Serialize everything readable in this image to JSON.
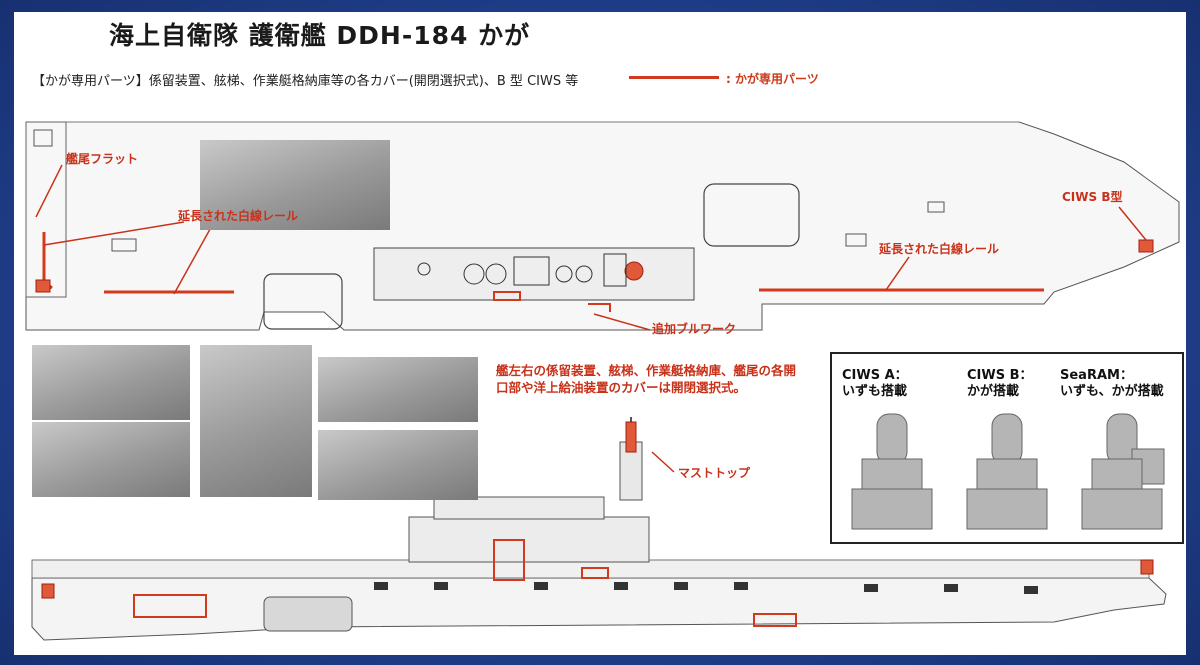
{
  "title": "海上自衛隊 護衛艦 DDH-184 かが",
  "subtitle": "【かが専用パーツ】係留装置、舷梯、作業艇格納庫等の各カバー(開閉選択式)、B 型 CIWS 等",
  "legend": {
    "text": ": かが専用パーツ",
    "color": "#d23a1e"
  },
  "callouts": {
    "stern_flat": "艦尾フラット",
    "rail_left": "延長された白線レール",
    "rail_right": "延長された白線レール",
    "ciws_b": "CIWS B型",
    "bulwark": "追加ブルワーク",
    "masttop": "マストトップ"
  },
  "note": "艦左右の係留装置、舷梯、作業艇格納庫、艦尾の各開口部や洋上給油装置のカバーは開閉選択式。",
  "ciws": [
    {
      "line1": "CIWS A：",
      "line2": "いずも搭載"
    },
    {
      "line1": "CIWS B：",
      "line2": "かが搭載"
    },
    {
      "line1": "SeaRAM：",
      "line2": "いずも、かが搭載"
    }
  ],
  "colors": {
    "accent": "#c8321a",
    "frame": "#1c3a86"
  }
}
